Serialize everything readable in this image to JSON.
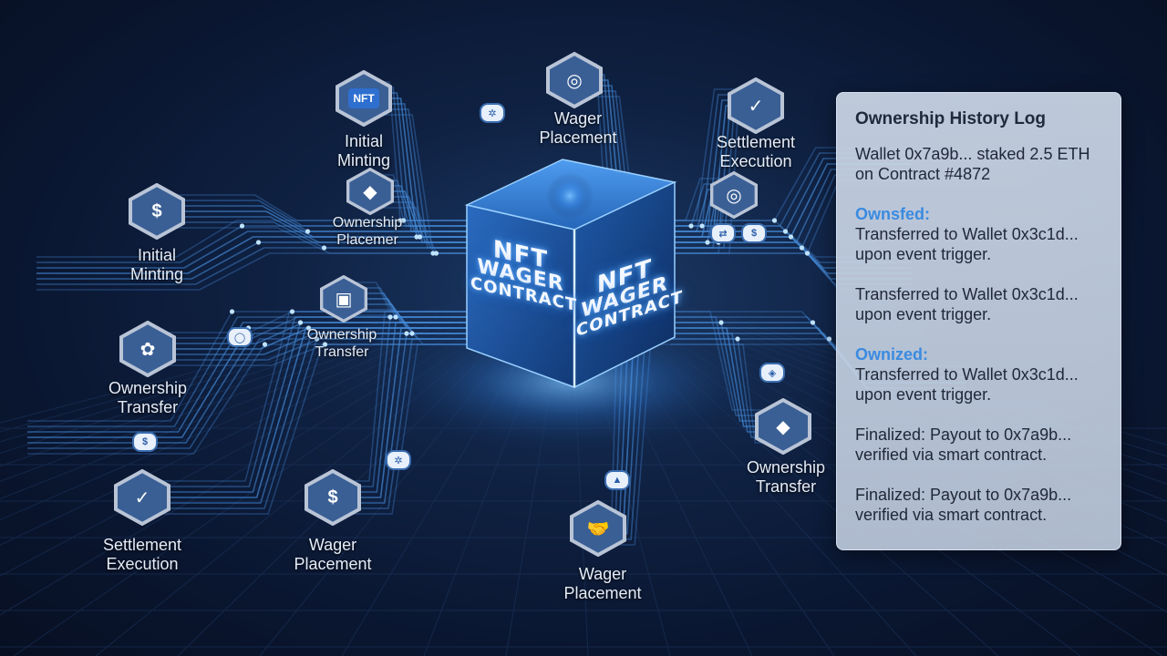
{
  "cube": {
    "left_text": [
      "NFT",
      "WAGER",
      "CONTRACT"
    ],
    "right_text": [
      "NFT",
      "WAGER",
      "CONTRACT"
    ]
  },
  "nodes": [
    {
      "id": "nft-badge",
      "glyph": "NFT",
      "icon": "nft-badge-icon",
      "label": [
        "Initial",
        "Minting"
      ]
    },
    {
      "id": "wager-top",
      "glyph": "◎",
      "icon": "chip-icon",
      "label": [
        "Wager",
        "Placement"
      ]
    },
    {
      "id": "settle-top",
      "glyph": "✓",
      "icon": "checkmark-icon",
      "label": [
        "Settlement",
        "Execution"
      ]
    },
    {
      "id": "eth-upper",
      "glyph": "◆",
      "icon": "ethereum-icon",
      "label": [
        "Ownership",
        "Placemer"
      ]
    },
    {
      "id": "coin-left",
      "glyph": "$",
      "icon": "dollar-coin-icon",
      "label": [
        "Initial",
        "Minting"
      ]
    },
    {
      "id": "wallet-mid",
      "glyph": "▣",
      "icon": "wallet-icon",
      "label": [
        "Ownership",
        "Transfer"
      ]
    },
    {
      "id": "chip-left",
      "glyph": "✿",
      "icon": "poker-chip-icon",
      "label": [
        "Ownership",
        "Transfer"
      ]
    },
    {
      "id": "check-bottom",
      "glyph": "✓",
      "icon": "checkmark-icon",
      "label": [
        "Settlement",
        "Execution"
      ]
    },
    {
      "id": "coin-bottom",
      "glyph": "$",
      "icon": "dollar-coin-icon",
      "label": [
        "Wager",
        "Placement"
      ]
    },
    {
      "id": "handshake",
      "glyph": "🤝",
      "icon": "handshake-icon",
      "label": [
        "Wager",
        "Placement"
      ]
    },
    {
      "id": "eth-right",
      "glyph": "◆",
      "icon": "ethereum-icon",
      "label": [
        "Ownership",
        "Transfer"
      ]
    },
    {
      "id": "chip-right",
      "glyph": "◎",
      "icon": "chip-icon",
      "label": []
    }
  ],
  "chips": [
    {
      "glyph": "✲",
      "icon": "small-gear-icon"
    },
    {
      "glyph": "⇄",
      "icon": "transfer-icon"
    },
    {
      "glyph": "$",
      "icon": "dollar-icon"
    },
    {
      "glyph": "$",
      "icon": "dollar-icon"
    },
    {
      "glyph": "◈",
      "icon": "diamond-icon"
    },
    {
      "glyph": "✲",
      "icon": "small-gear-icon"
    },
    {
      "glyph": "▲",
      "icon": "triangle-icon"
    },
    {
      "glyph": "◯",
      "icon": "ring-icon"
    }
  ],
  "panel": {
    "title": "Ownership History Log",
    "entries": [
      {
        "head": "",
        "lines": [
          "Wallet 0x7a9b... staked 2.5 ETH",
          "on Contract #4872"
        ]
      },
      {
        "head": "Ownsfed:",
        "lines": [
          "Transferred to Wallet 0x3c1d...",
          "upon event trigger."
        ]
      },
      {
        "head": "",
        "lines": [
          "Transferred to Wallet 0x3c1d...",
          "upon event trigger."
        ]
      },
      {
        "head": "Ownized:",
        "lines": [
          "Transferred to Wallet 0x3c1d...",
          "upon event trigger."
        ]
      },
      {
        "head": "",
        "lines": [
          "Finalized: Payout to 0x7a9b...",
          "verified via smart contract."
        ]
      },
      {
        "head": "",
        "lines": [
          "Finalized: Payout to 0x7a9b...",
          "verified via smart contract."
        ]
      }
    ]
  },
  "colors": {
    "background": "#0a1630",
    "circuit": "#4f9cf0",
    "node_face": "#3a5f95",
    "node_rim": "#b9c4d6",
    "accent": "#3a8be0"
  }
}
